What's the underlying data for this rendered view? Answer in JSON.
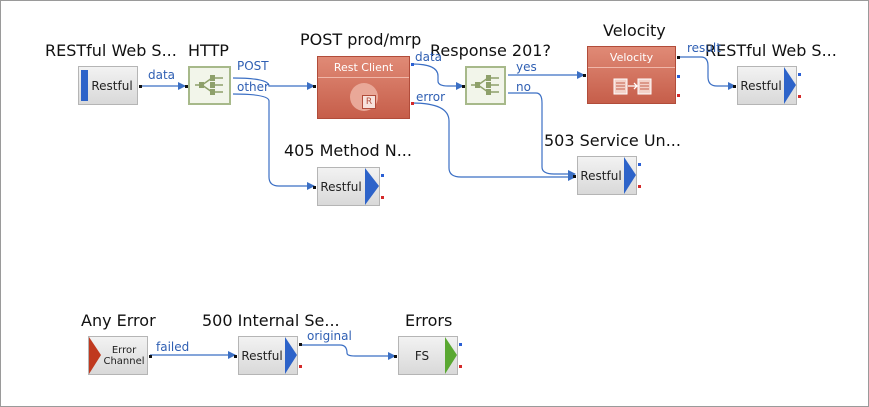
{
  "colors": {
    "wire": "#3b6fc4",
    "label": "#2f5fb3",
    "ingress": "#2d63c9",
    "error_channel": "#c0391f",
    "fs": "#5aa832",
    "red_node": "#c65e4a",
    "port_red": "#d42a2a",
    "port_blue": "#2a5fd4"
  },
  "nodes": {
    "restful_in": {
      "title": "RESTful Web S...",
      "text": "Restful"
    },
    "http": {
      "title": "HTTP"
    },
    "rest_client": {
      "title": "POST prod/mrp",
      "header": "Rest Client",
      "icon": "R"
    },
    "response": {
      "title": "Response 201?"
    },
    "velocity": {
      "title": "Velocity",
      "header": "Velocity"
    },
    "restful_out": {
      "title": "RESTful Web S...",
      "text": "Restful"
    },
    "m405": {
      "title": "405 Method N...",
      "text": "Restful"
    },
    "s503": {
      "title": "503 Service Un...",
      "text": "Restful"
    },
    "any_error": {
      "title": "Any Error",
      "text": "Error Channel"
    },
    "i500": {
      "title": "500 Internal Se...",
      "text": "Restful"
    },
    "errors": {
      "title": "Errors",
      "text": "FS"
    }
  },
  "edge_labels": {
    "data1": "data",
    "post": "POST",
    "other": "other",
    "data2": "data",
    "error": "error",
    "yes": "yes",
    "no": "no",
    "result": "result",
    "failed": "failed",
    "original": "original"
  }
}
